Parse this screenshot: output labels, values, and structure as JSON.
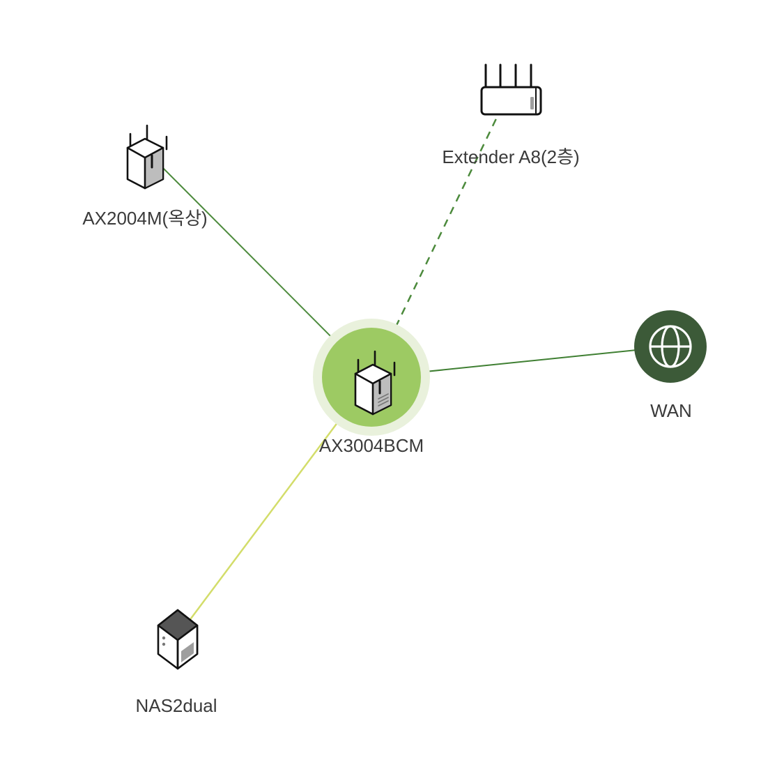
{
  "topology": {
    "colors": {
      "link_green": "#4c8a3c",
      "link_wan": "#3f7f32",
      "link_yellow": "#d3dd6a",
      "hub_fill": "#9dca63",
      "hub_halo": "#e9f1dc",
      "wan_fill": "#3c5a38",
      "label": "#3a3a3a"
    },
    "nodes": {
      "hub": {
        "label": "AX3004BCM",
        "icon": "mesh-router-icon"
      },
      "mesh_rooftop": {
        "label": "AX2004M(옥상)",
        "icon": "mesh-router-icon"
      },
      "extender": {
        "label": "Extender A8(2층)",
        "icon": "router-icon"
      },
      "wan": {
        "label": "WAN",
        "icon": "globe-icon"
      },
      "nas": {
        "label": "NAS2dual",
        "icon": "nas-icon"
      }
    },
    "links": [
      {
        "from": "hub",
        "to": "mesh_rooftop",
        "style": "solid",
        "color": "link_green"
      },
      {
        "from": "hub",
        "to": "extender",
        "style": "dashed",
        "color": "link_green"
      },
      {
        "from": "hub",
        "to": "wan",
        "style": "solid",
        "color": "link_wan"
      },
      {
        "from": "hub",
        "to": "nas",
        "style": "solid",
        "color": "link_yellow"
      }
    ]
  }
}
